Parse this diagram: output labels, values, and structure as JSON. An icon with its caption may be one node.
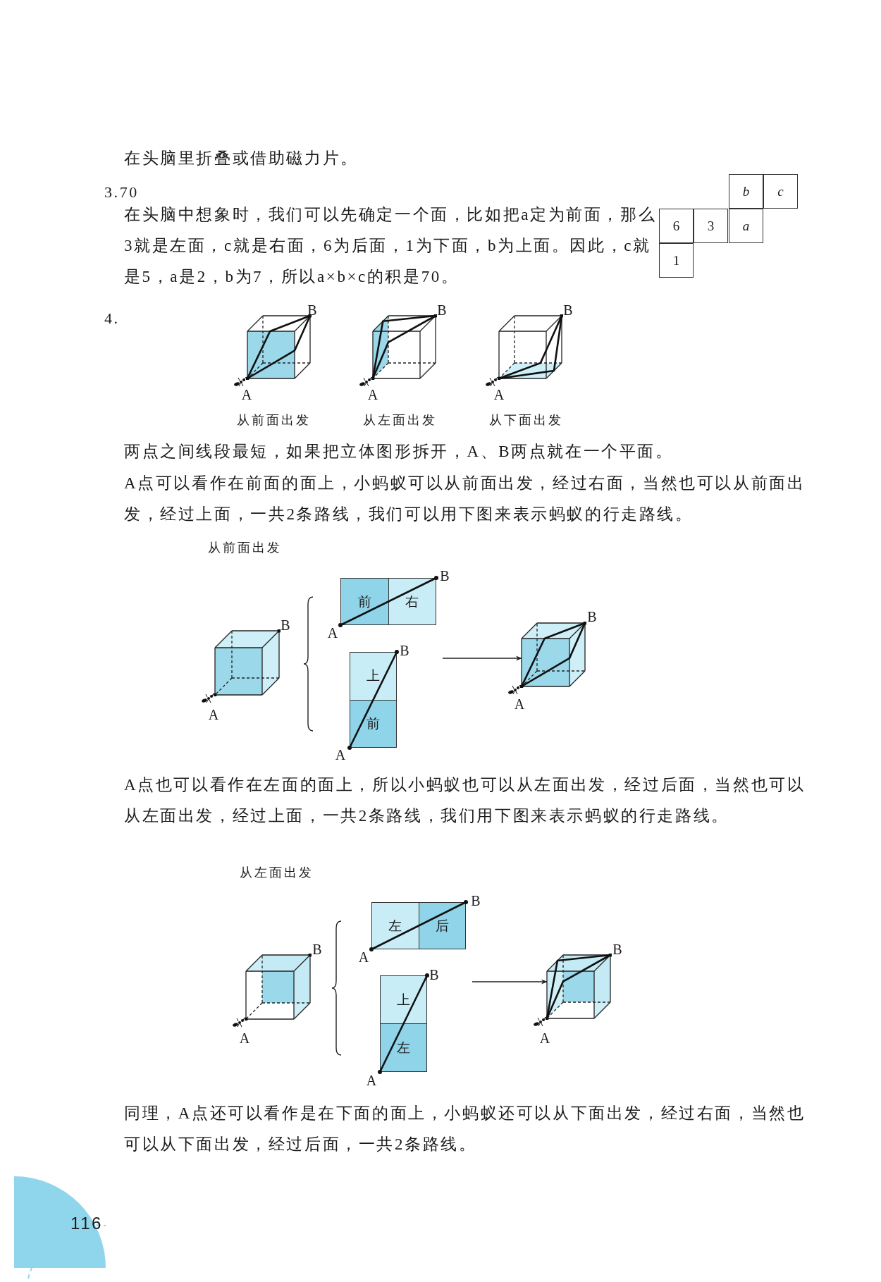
{
  "diagram": {
    "nodes": [
      {
        "text": [
          "b"
        ]
      },
      {
        "text": [
          "c"
        ]
      },
      {
        "text": [
          "6"
        ]
      },
      {
        "text": [
          "3"
        ]
      },
      {
        "text": [
          "a"
        ]
      },
      {
        "text": [
          "1"
        ]
      },
      {
        "text": [],
        "shape": "picture"
      },
      {
        "text": [],
        "shape": "picture"
      },
      {
        "text": [],
        "shape": "picture"
      },
      {
        "text": [],
        "shape": "picture"
      },
      {
        "text": [
          "前",
          "右"
        ]
      },
      {
        "text": [
          "上",
          "前"
        ]
      },
      {
        "text": [],
        "shape": "picture"
      },
      {
        "text": [],
        "shape": "picture"
      },
      {
        "text": [
          "左",
          "后"
        ]
      },
      {
        "text": [
          "上",
          "左"
        ]
      },
      {
        "text": [],
        "shape": "picture"
      }
    ],
    "edges": [
      {
        "from": null,
        "to": 12,
        "arrow": "to"
      },
      {
        "from": null,
        "to": 16,
        "arrow": "to"
      }
    ],
    "labels": [
      "在头脑里折叠或借助磁力片。",
      "3.70",
      "在头脑中想象时，我们可以先确定一个面，比如把a定为前面，那么3就是左面，c就是右面，6为后面，1为下面，b为上面。因此，c就是5，a是2，b为7，所以a×b×c的积是70。",
      "4.",
      "B",
      "B",
      "B",
      "A",
      "A",
      "A",
      "从前面出发",
      "从左面出发",
      "从下面出发",
      "两点之间线段最短，如果把立体图形拆开，A、B两点就在一个平面。",
      "A点可以看作在前面的面上，小蚂蚁可以从前面出发，经过右面，当然也可以从前面出发，经过上面，一共2条路线，我们可以用下图来表示蚂蚁的行走路线。",
      "从前面出发",
      "B",
      "B",
      "B",
      "A",
      "B",
      "A",
      "A",
      "A",
      "A点也可以看作在左面的面上，所以小蚂蚁也可以从左面出发，经过后面，当然也可以从左面出发，经过上面，一共2条路线，我们用下图来表示蚂蚁的行走路线。",
      "从左面出发",
      "B",
      "B",
      "B",
      "A",
      "B",
      "A",
      "A",
      "A",
      "同理，A点还可以看作是在下面的面上，小蚂蚁还可以从下面出发，经过右面，当然也可以从下面出发，经过后面，一共2条路线。",
      "116"
    ]
  }
}
